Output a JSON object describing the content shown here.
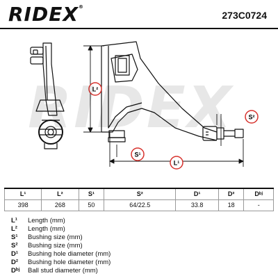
{
  "brand": {
    "logo_text": "RIDEX",
    "logo_mark": "®"
  },
  "part_number": "273C0724",
  "drawing_labels": {
    "l1": "L¹",
    "l2": "L²",
    "s1": "S¹",
    "s2": "S²"
  },
  "table": {
    "headers": [
      "L¹",
      "L²",
      "S¹",
      "S²",
      "D¹",
      "D²",
      "Dᵇʲ"
    ],
    "values": [
      "398",
      "268",
      "50",
      "64/22.5",
      "33.8",
      "18",
      "-"
    ]
  },
  "legend": [
    {
      "symbol": "L¹",
      "text": "Length (mm)"
    },
    {
      "symbol": "L²",
      "text": "Length (mm)"
    },
    {
      "symbol": "S¹",
      "text": "Bushing size (mm)"
    },
    {
      "symbol": "S²",
      "text": "Bushing size (mm)"
    },
    {
      "symbol": "D¹",
      "text": "Bushing hole diameter (mm)"
    },
    {
      "symbol": "D²",
      "text": "Bushing hole diameter (mm)"
    },
    {
      "symbol": "Dᵇʲ",
      "text": "Ball stud diameter (mm)"
    }
  ],
  "colors": {
    "accent_red": "#d7322d",
    "line": "#111111"
  }
}
